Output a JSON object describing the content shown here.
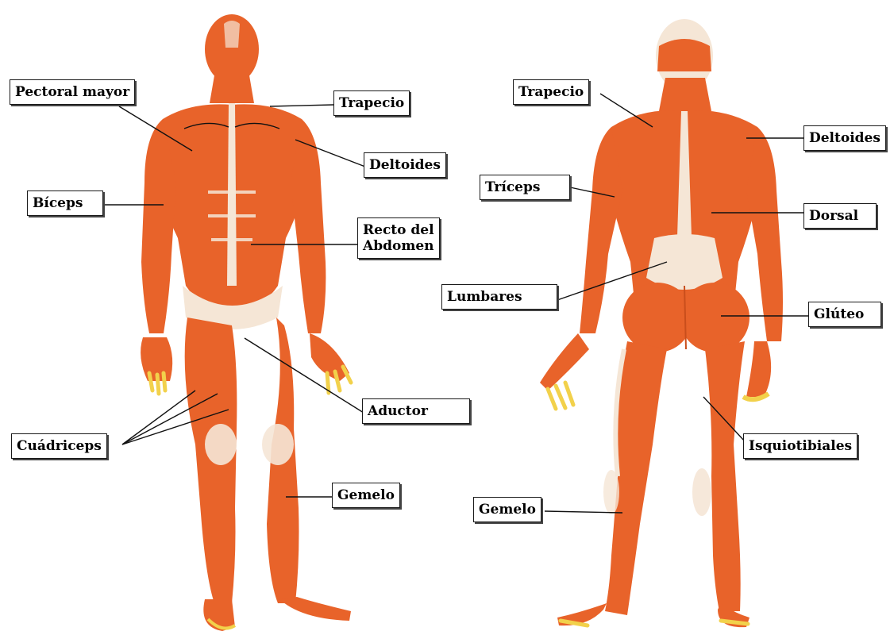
{
  "colors": {
    "muscle": "#e8632a",
    "muscle_dark": "#c94e1c",
    "tendon": "#f5e6d6",
    "nail": "#f2d14b",
    "label_border": "#1a1a1a",
    "leader": "#111111"
  },
  "labels": {
    "pectoral_mayor": "Pectoral mayor",
    "trapecio_front": "Trapecio",
    "deltoides_front": "Deltoides",
    "biceps": "Bíceps",
    "recto_abdomen": "Recto del\nAbdomen",
    "aductor": "Aductor",
    "cuadriceps": "Cuádriceps",
    "gemelo_front": "Gemelo",
    "trapecio_back": "Trapecio",
    "deltoides_back": "Deltoides",
    "triceps": "Tríceps",
    "dorsal": "Dorsal",
    "lumbares": "Lumbares",
    "gluteo": "Glúteo",
    "isquiotibiales": "Isquiotibiales",
    "gemelo_back": "Gemelo"
  }
}
